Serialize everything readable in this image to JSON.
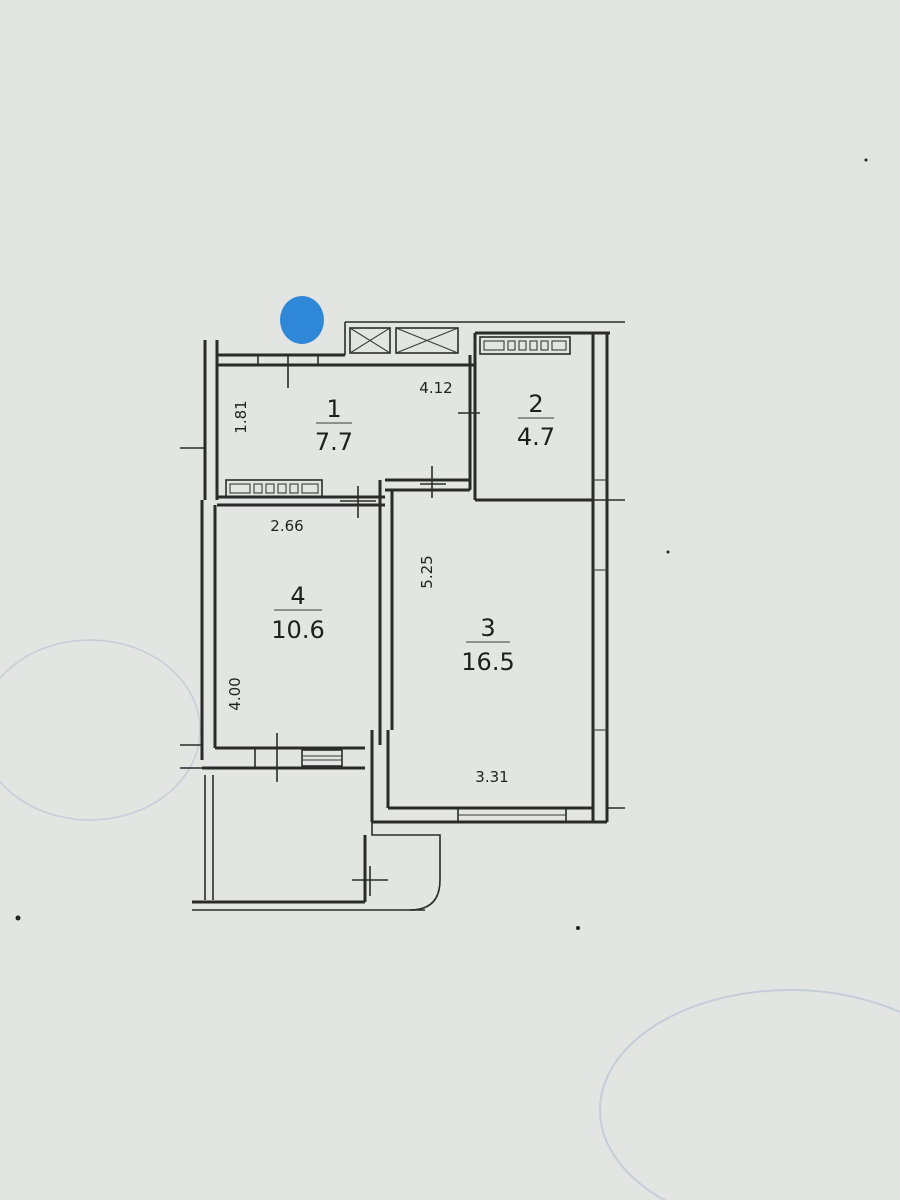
{
  "plan": {
    "background_color": "#e3e5e2",
    "marker_color": "#1f7fd6",
    "line_color": "#2b2b2b",
    "rooms": [
      {
        "number": "1",
        "area": "7.7"
      },
      {
        "number": "2",
        "area": "4.7"
      },
      {
        "number": "3",
        "area": "16.5"
      },
      {
        "number": "4",
        "area": "10.6"
      }
    ],
    "dimensions": {
      "d1": "1.81",
      "d2": "4.12",
      "d3": "2.66",
      "d4": "5.25",
      "d5": "4.00",
      "d6": "3.31"
    }
  }
}
